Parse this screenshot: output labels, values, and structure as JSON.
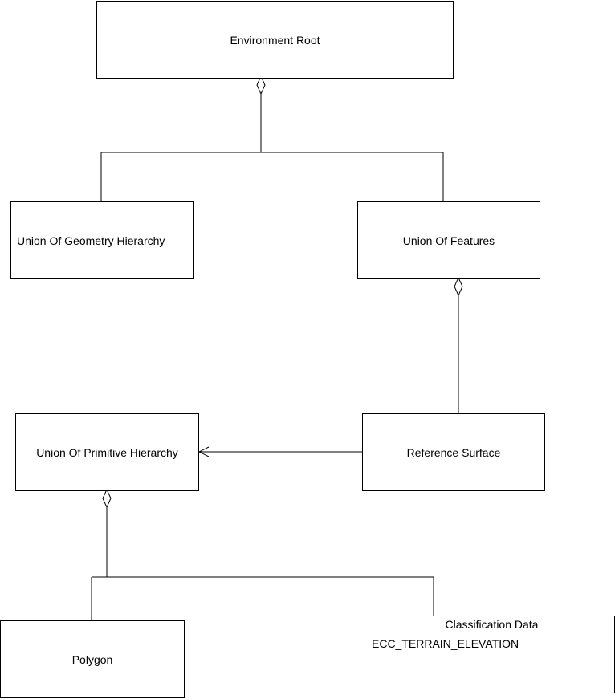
{
  "nodes": {
    "environment_root": "Environment Root",
    "union_of_geometry_hierarchy": "Union Of Geometry Hierarchy",
    "union_of_features": "Union Of Features",
    "union_of_primitive_hierarchy": "Union Of Primitive Hierarchy",
    "reference_surface": "Reference Surface",
    "polygon": "Polygon",
    "classification_data": {
      "title": "Classification Data",
      "attribute": "ECC_TERRAIN_ELEVATION"
    }
  },
  "relations": [
    {
      "type": "aggregation",
      "whole": "environment_root",
      "parts": [
        "union_of_geometry_hierarchy",
        "union_of_features"
      ]
    },
    {
      "type": "aggregation",
      "whole": "union_of_features",
      "parts": [
        "reference_surface"
      ]
    },
    {
      "type": "association",
      "from": "reference_surface",
      "to": "union_of_primitive_hierarchy",
      "navigable": true
    },
    {
      "type": "aggregation",
      "whole": "union_of_primitive_hierarchy",
      "parts": [
        "polygon",
        "classification_data"
      ]
    }
  ],
  "colors": {
    "stroke": "#000000",
    "background": "#ffffff"
  }
}
